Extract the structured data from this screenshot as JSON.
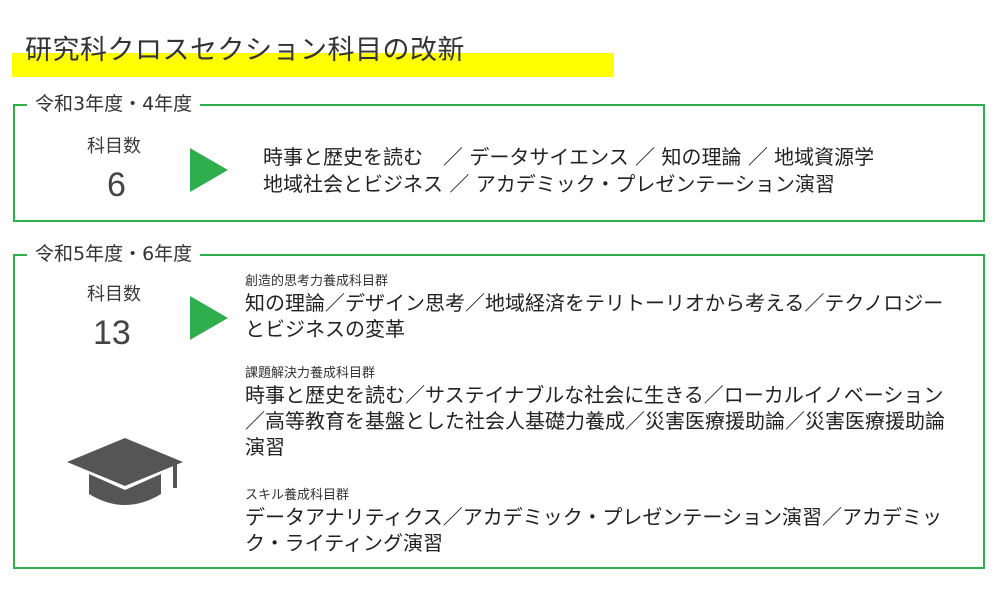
{
  "title": "研究科クロスセクション科目の改新",
  "colors": {
    "accent_green": "#2fae4e",
    "highlight_yellow": "#ffff00"
  },
  "section1": {
    "label": "令和3年度・4年度",
    "count_label": "科目数",
    "count_value": "6",
    "line1": "時事と歴史を読む　／  データサイエンス  ／  知の理論  ／  地域資源学",
    "line2": "地域社会とビジネス  ／  アカデミック・プレゼンテーション演習"
  },
  "section2": {
    "label": "令和5年度・6年度",
    "count_label": "科目数",
    "count_value": "13",
    "icon": "graduation-cap-icon",
    "groups": [
      {
        "title": "創造的思考力養成科目群",
        "courses": "知の理論／デザイン思考／地域経済をテリトーリオから考える／テクノロジーとビジネスの変革"
      },
      {
        "title": "課題解決力養成科目群",
        "courses": "時事と歴史を読む／サステイナブルな社会に生きる／ローカルイノベーション／高等教育を基盤とした社会人基礎力養成／災害医療援助論／災害医療援助論演習"
      },
      {
        "title": "スキル養成科目群",
        "courses": "データアナリティクス／アカデミック・プレゼンテーション演習／アカデミック・ライティング演習"
      }
    ]
  }
}
